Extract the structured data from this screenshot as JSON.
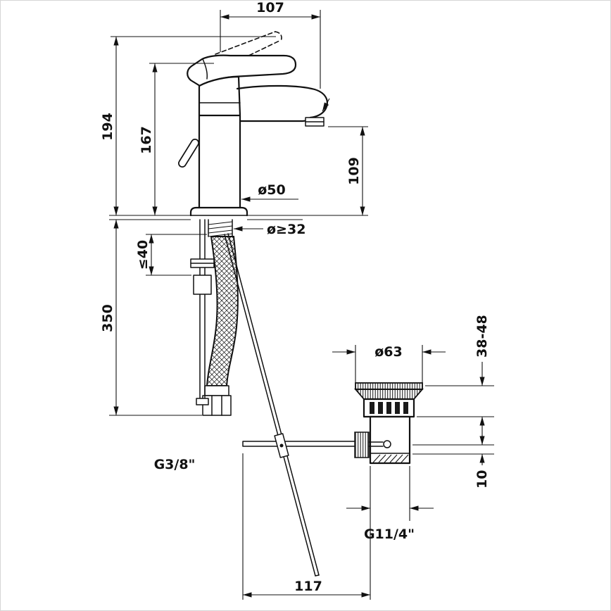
{
  "drawing": {
    "title": "single-lever-basin-mixer-dimension-drawing",
    "colors": {
      "line": "#111111",
      "background": "#ffffff",
      "frame": "#d6d6d6"
    },
    "labels": {
      "width_107": "107",
      "height_194": "194",
      "height_167": "167",
      "height_109": "109",
      "dia_50": "ø50",
      "dia_min_32": "ø≥32",
      "deck_max_40": "≤40",
      "length_350": "350",
      "thread_supply": "G3/8\"",
      "dia_63": "ø63",
      "range_38_48": "38-48",
      "offset_10": "10",
      "thread_waste": "G11/4\"",
      "width_117": "117"
    }
  }
}
